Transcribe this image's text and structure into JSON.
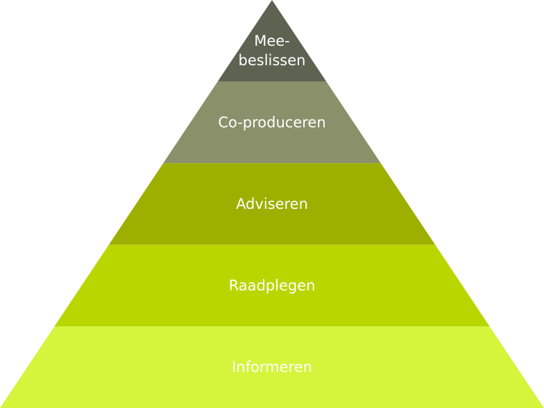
{
  "levels": [
    {
      "label_lines": [
        "Mee-",
        "beslissen"
      ],
      "color": "#5e6251"
    },
    {
      "label_lines": [
        "Co-produceren"
      ],
      "color": "#8a916a"
    },
    {
      "label_lines": [
        "Adviseren"
      ],
      "color": "#9db000"
    },
    {
      "label_lines": [
        "Raadplegen"
      ],
      "color": "#b9d600"
    },
    {
      "label_lines": [
        "Informeren"
      ],
      "color": "#d4f53c"
    }
  ]
}
